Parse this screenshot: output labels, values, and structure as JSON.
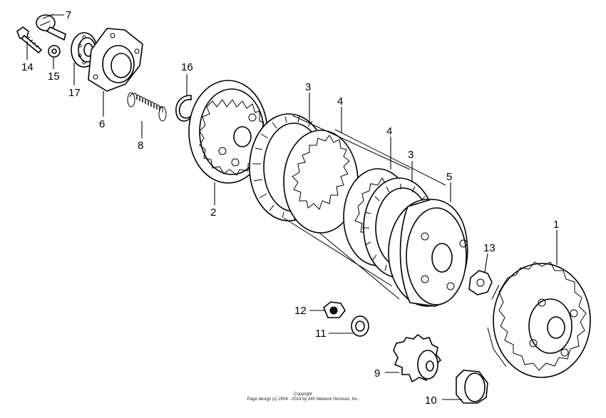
{
  "callouts": [
    "1",
    "2",
    "3",
    "3",
    "4",
    "4",
    "5",
    "6",
    "7",
    "8",
    "9",
    "10",
    "11",
    "12",
    "13",
    "14",
    "15",
    "16",
    "17"
  ],
  "copyright": {
    "line1": "Copyright",
    "line2": "Page design (c) 2004 - 2014 by ARI Network Services, Inc."
  }
}
